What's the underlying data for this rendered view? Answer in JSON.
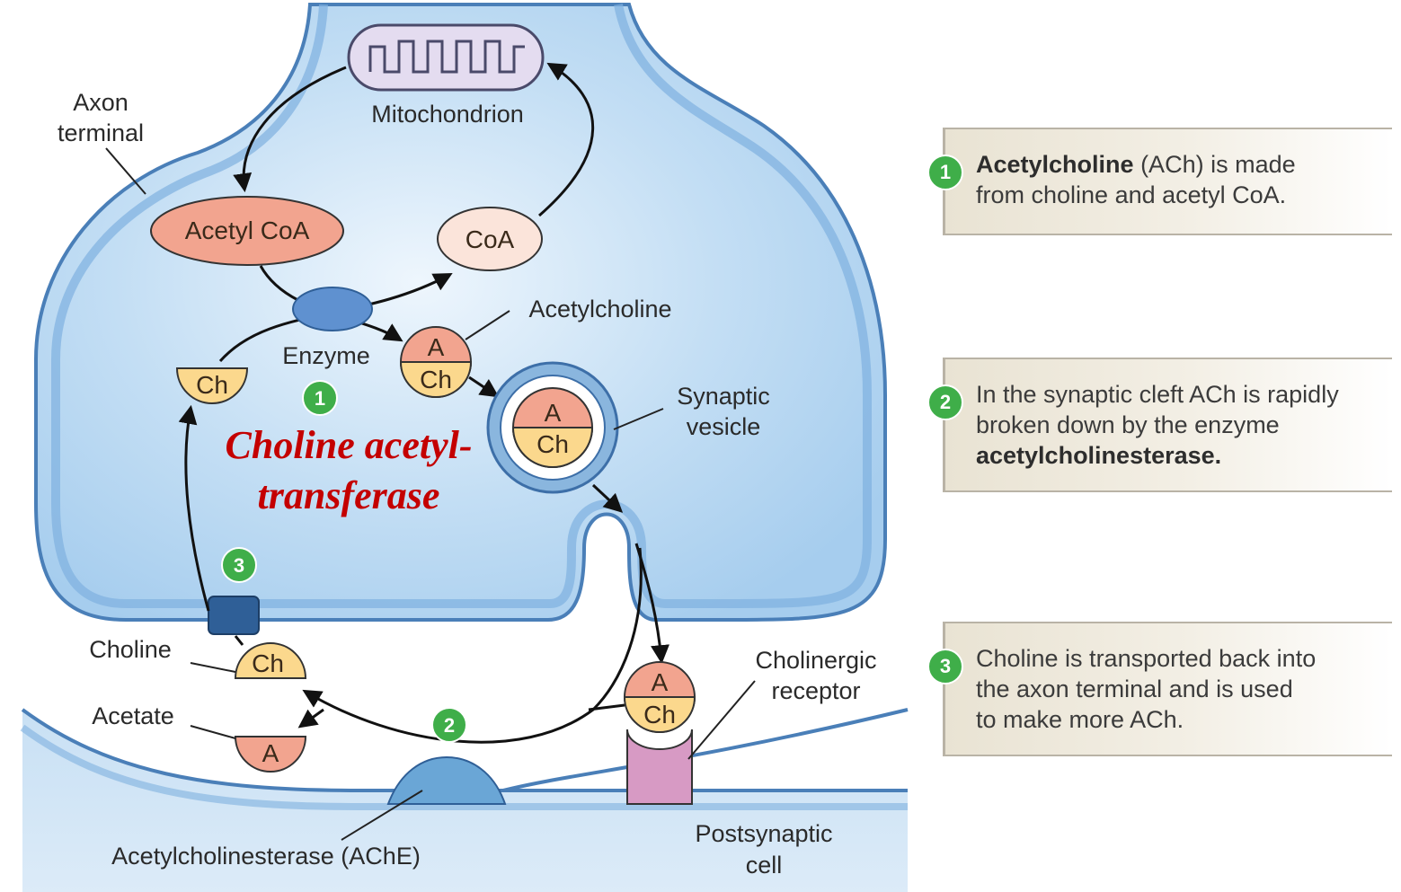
{
  "labels": {
    "axon_terminal_1": "Axon",
    "axon_terminal_2": "terminal",
    "mitochondrion": "Mitochondrion",
    "acetyl_coa": "Acetyl CoA",
    "coa": "CoA",
    "enzyme": "Enzyme",
    "acetylcholine": "Acetylcholine",
    "synaptic_vesicle_1": "Synaptic",
    "synaptic_vesicle_2": "vesicle",
    "choline": "Choline",
    "acetate": "Acetate",
    "cholinergic_receptor_1": "Cholinergic",
    "cholinergic_receptor_2": "receptor",
    "ache": "Acetylcholinesterase (AChE)",
    "postsynaptic_1": "Postsynaptic",
    "postsynaptic_2": "cell"
  },
  "molecules": {
    "a": "A",
    "ch": "Ch"
  },
  "overlay_title": {
    "line1": "Choline acetyl-",
    "line2": "transferase"
  },
  "step_badges": [
    "1",
    "2",
    "3"
  ],
  "steps": [
    {
      "number": "1",
      "bold": "Acetylcholine",
      "text_after_bold": " (ACh) is made",
      "line2": "from choline and acetyl CoA."
    },
    {
      "number": "2",
      "line1": "In the synaptic cleft ACh is rapidly",
      "line2": "broken down by the enzyme",
      "bold": "acetylcholinesterase."
    },
    {
      "number": "3",
      "line1": "Choline is transported back into",
      "line2": "the axon terminal and is used",
      "line3": "to make more ACh."
    }
  ],
  "colors": {
    "cytoplasm": "#a9cfee",
    "membrane": "#5b8fc4",
    "acetyl_coa": "#f2a48f",
    "coa": "#fbe4da",
    "choline": "#fbd88d",
    "acetate": "#f2a48f",
    "step_green": "#3fae49",
    "title_red": "#c40000",
    "receptor": "#d79ac4",
    "ache": "#6aa6d6"
  }
}
